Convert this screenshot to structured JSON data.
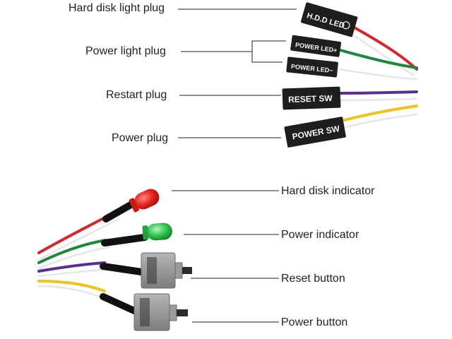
{
  "labels": {
    "hdd_plug": "Hard disk light plug",
    "power_light_plug": "Power light plug",
    "restart_plug": "Restart plug",
    "power_plug": "Power plug",
    "hdd_indicator": "Hard disk indicator",
    "power_indicator": "Power indicator",
    "reset_button": "Reset button",
    "power_button": "Power button"
  },
  "connectors": {
    "hdd": "H.D.D LED",
    "power_led_pos": "POWER LED+",
    "power_led_neg": "POWER LED−",
    "reset": "RESET SW",
    "power": "POWER SW"
  },
  "colors": {
    "red_wire": "#d8252b",
    "green_wire": "#1a8a3a",
    "purple_wire": "#5b2d91",
    "yellow_wire": "#f2c21b",
    "white_wire": "#f5f5f5",
    "connector_body": "#1e1e1e",
    "led_red": "#e8231f",
    "led_green": "#2fc34c",
    "switch_body": "#8f8f8f"
  }
}
